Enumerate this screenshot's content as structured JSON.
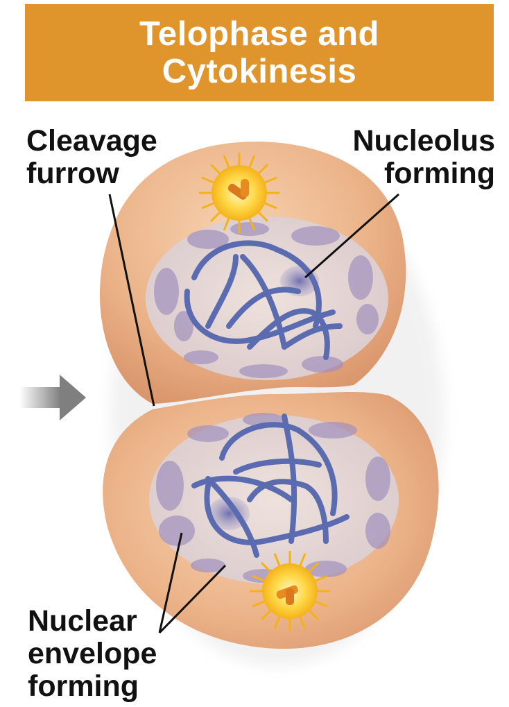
{
  "title": {
    "line1": "Telophase and",
    "line2": "Cytokinesis"
  },
  "labels": {
    "cleavage_furrow": [
      "Cleavage",
      "furrow"
    ],
    "nucleolus_forming": [
      "Nucleolus",
      "forming"
    ],
    "nuclear_envelope_forming": [
      "Nuclear",
      "envelope",
      "forming"
    ]
  },
  "colors": {
    "banner": "#e0952c",
    "cell": "#ecb48a",
    "nucleus": "#e3d6d8",
    "chromatin": "#5a6bb0",
    "centrosome": "#f7c21f",
    "arrow": "#8a8a8a"
  }
}
